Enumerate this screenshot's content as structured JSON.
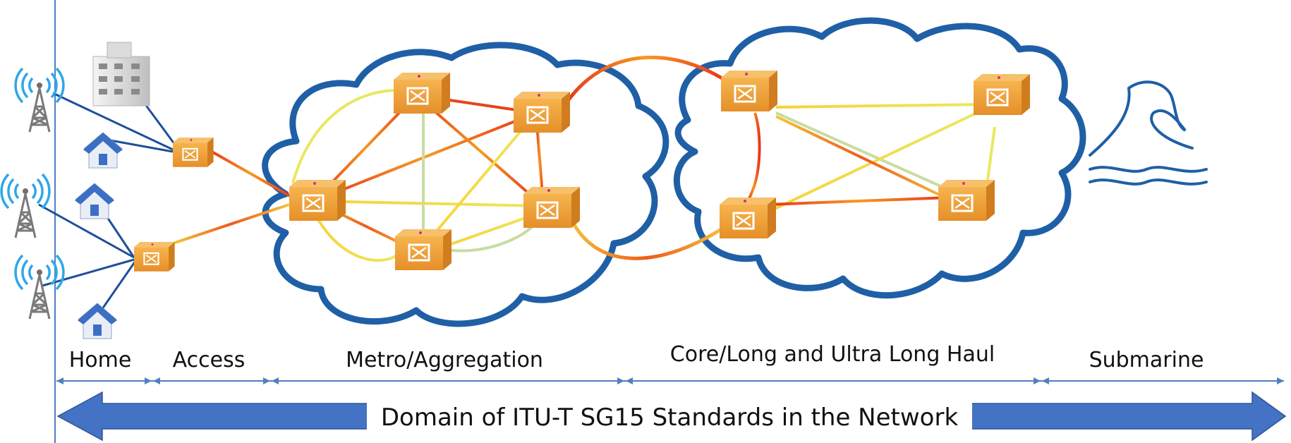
{
  "segments": [
    {
      "label": "Home"
    },
    {
      "label": "Access"
    },
    {
      "label": "Metro/Aggregation"
    },
    {
      "label": "Core/Long and Ultra Long Haul"
    },
    {
      "label": "Submarine"
    }
  ],
  "banner": {
    "label": "Domain of ITU-T SG15 Standards in the Network"
  },
  "colors": {
    "cloud": "#1f5fa6",
    "arrow": "#4472c4",
    "dimension": "#4f7fc0",
    "node": "#f0a640",
    "node_dark": "#c9781c",
    "home_link": "#1e4f9a",
    "link_hot": "#e8431c",
    "link_mid": "#f6b12a",
    "link_cool": "#e8e85a",
    "link_pale": "#c8dca0"
  },
  "icons": [
    "cell-tower-icon",
    "house-icon",
    "building-icon",
    "network-node-icon",
    "wave-icon"
  ]
}
